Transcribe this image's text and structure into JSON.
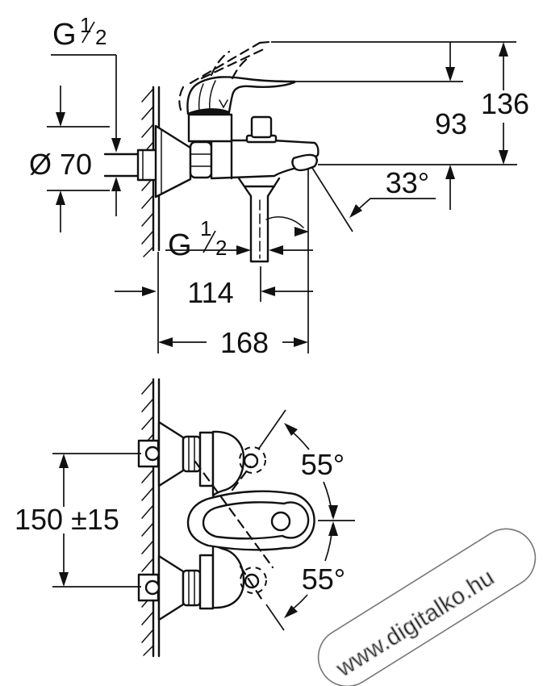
{
  "page": {
    "background": "#ffffff",
    "line_color": "#111111"
  },
  "drawing": {
    "type": "technical-dimension-drawing",
    "subject": "wall-mounted single-lever bath mixer tap, side elevation and plan view",
    "labels": {
      "thread_top": {
        "base": "G",
        "num": "1",
        "den": "2"
      },
      "escutcheon_diameter": "Ø 70",
      "height_overall": "136",
      "height_to_handle": "93",
      "spout_angle": "33°",
      "thread_shower": {
        "base": "G",
        "num": "1",
        "den": "2"
      },
      "wall_to_shower_outlet": "114",
      "wall_to_spout_tip": "168",
      "connection_spacing": "150 ±15",
      "lever_swivel_up": "55°",
      "lever_swivel_down": "55°"
    },
    "watermark": {
      "text": "www.digitalko.hu",
      "text_stroke": "#a9a9a9",
      "capsule_stroke": "#777777"
    }
  }
}
